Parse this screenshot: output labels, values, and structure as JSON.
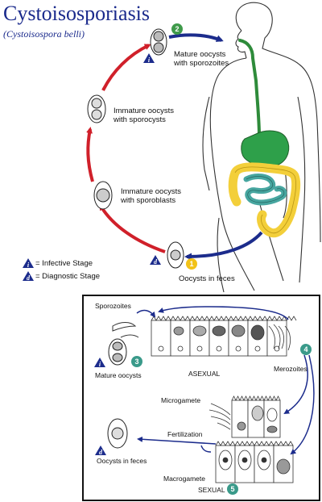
{
  "title": "Cystoisosporiasis",
  "subtitle": "(Cystoisospora belli)",
  "labels": {
    "mature_oocysts_sporozoites": [
      "Mature oocysts",
      "with sporozoites"
    ],
    "immature_oocysts_sporocysts": [
      "Immature oocysts",
      "with sporocysts"
    ],
    "immature_oocysts_sporoblasts": [
      "Immature oocysts",
      "with sporoblasts"
    ],
    "oocysts_in_feces": "Oocysts in feces",
    "sporozoites": "Sporozoites",
    "mature_oocysts": "Mature oocysts",
    "asexual": "ASEXUAL",
    "merozoites": "Merozoites",
    "microgamete": "Microgamete",
    "fertilization": "Fertilization",
    "macrogamete": "Macrogamete",
    "sexual": "SEXUAL",
    "oocysts_in_feces_2": "Oocysts in feces"
  },
  "legend": [
    {
      "symbol": "i",
      "text": "= Infective Stage"
    },
    {
      "symbol": "d",
      "text": "= Diagnostic Stage"
    }
  ],
  "steps": [
    "1",
    "2",
    "3",
    "4",
    "5"
  ],
  "colors": {
    "title": "#1a2a8c",
    "arrow_red": "#d0202a",
    "arrow_blue": "#1c2c8c",
    "step_yellow": "#f2c218",
    "step_green": "#3f9a4a",
    "step_teal": "#3a9a8a",
    "esophagus_green": "#2e8b3a",
    "stomach_green": "#2ea04a",
    "colon_yellow": "#f3cf3a",
    "intestine_teal": "#47a6a0"
  },
  "icons": [
    "infective-stage-badge",
    "diagnostic-stage-badge",
    "human-body",
    "digestive-tract",
    "oocyst",
    "intestinal-cells"
  ]
}
